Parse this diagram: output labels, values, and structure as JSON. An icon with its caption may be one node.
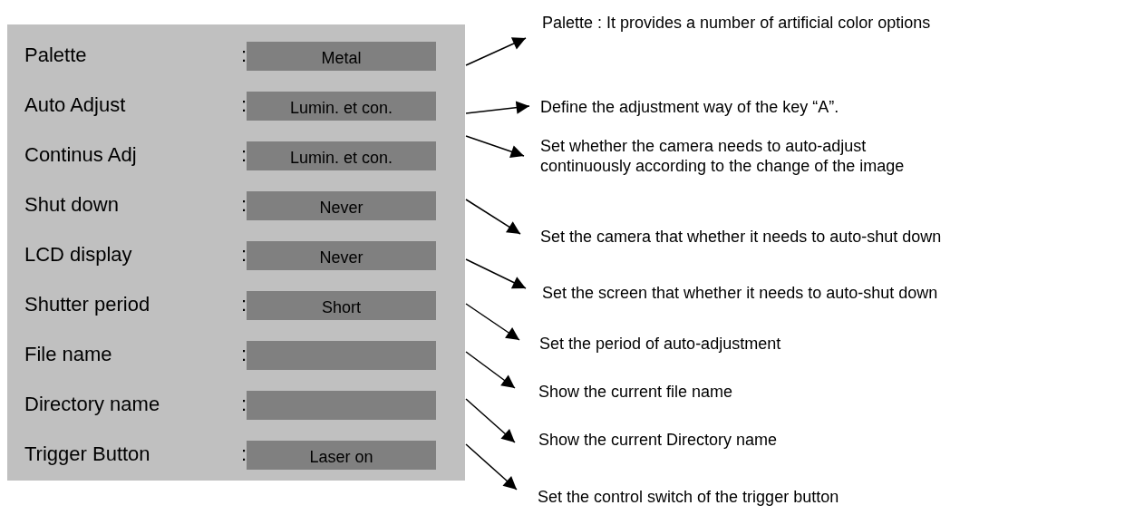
{
  "diagram": {
    "nodes": [
      {
        "text": [],
        "shape": "box"
      },
      {
        "text": [
          "Metal"
        ],
        "in": 0
      },
      {
        "text": [
          "Lumin. et con."
        ],
        "in": 0
      },
      {
        "text": [
          "Lumin. et con."
        ],
        "in": 0
      },
      {
        "text": [
          "Never"
        ],
        "in": 0
      },
      {
        "text": [
          "Never"
        ],
        "in": 0
      },
      {
        "text": [
          "Short"
        ],
        "in": 0
      },
      {
        "text": [],
        "shape": "box",
        "in": 0
      },
      {
        "text": [],
        "shape": "box",
        "in": 0
      },
      {
        "text": [
          "Laser on"
        ],
        "in": 0
      },
      {
        "text": [
          "Palette : It provides a number of artificial color options"
        ]
      },
      {
        "text": [
          "Define the adjustment way of the key “A”."
        ]
      },
      {
        "text": [
          "Set whether the camera needs to auto-adjust continuously according to the change of the image"
        ]
      },
      {
        "text": [
          "Set the camera that whether it needs to auto-shut down"
        ]
      },
      {
        "text": [
          "Set the screen that whether it needs to auto-shut down"
        ]
      },
      {
        "text": [
          "Set the period of auto-adjustment"
        ]
      },
      {
        "text": [
          "Show the current file name"
        ]
      },
      {
        "text": [
          "Show the current Directory name"
        ]
      },
      {
        "text": [
          "Set the control switch of the trigger button"
        ]
      }
    ],
    "edges": [
      {
        "from": 0,
        "to": 10,
        "arrow": "to"
      },
      {
        "from": 0,
        "to": 11,
        "arrow": "to"
      },
      {
        "from": 0,
        "to": 12,
        "arrow": "to"
      },
      {
        "from": 0,
        "to": 13,
        "arrow": "to"
      },
      {
        "from": 0,
        "to": 14,
        "arrow": "to"
      },
      {
        "from": 0,
        "to": 15,
        "arrow": "to"
      },
      {
        "from": 0,
        "to": 16,
        "arrow": "to"
      },
      {
        "from": 0,
        "to": 17,
        "arrow": "to"
      },
      {
        "from": 0,
        "to": 18,
        "arrow": "to"
      }
    ],
    "labels": [
      "Palette",
      ":",
      "Auto Adjust",
      ":",
      "Continus Adj",
      ":",
      "Shut down",
      ":",
      "LCD display",
      ":",
      "Shutter period",
      ":",
      "File name",
      ":",
      "Directory name",
      ":",
      "Trigger Button",
      ":"
    ]
  }
}
